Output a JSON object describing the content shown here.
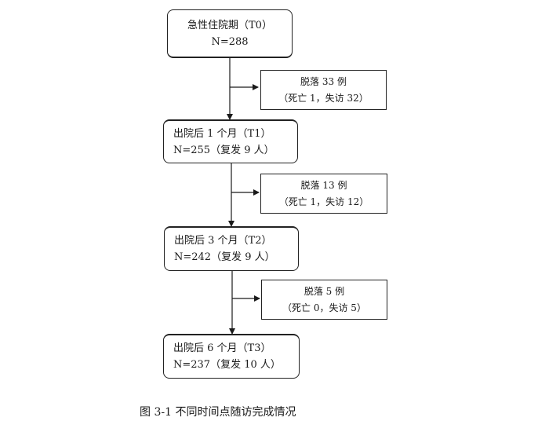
{
  "figure": {
    "caption": "图 3-1  不同时间点随访完成情况"
  },
  "stages": [
    {
      "line1": "急性住院期（T0）",
      "line2": "N=288"
    },
    {
      "line1": "出院后 1 个月（T1）",
      "line2": "N=255（复发 9 人）"
    },
    {
      "line1": "出院后 3 个月（T2）",
      "line2": "N=242（复发 9 人）"
    },
    {
      "line1": "出院后 6 个月（T3）",
      "line2": "N=237（复发 10 人）"
    }
  ],
  "dropouts": [
    {
      "line1": "脱落 33 例",
      "line2": "（死亡 1，失访 32）"
    },
    {
      "line1": "脱落 13 例",
      "line2": "（死亡 1，失访 12）"
    },
    {
      "line1": "脱落 5 例",
      "line2": "（死亡 0，失访 5）"
    }
  ]
}
